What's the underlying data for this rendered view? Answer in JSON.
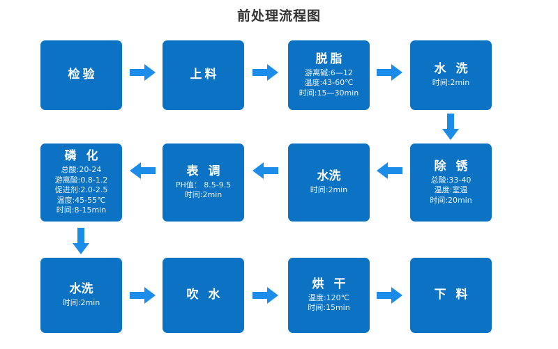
{
  "title": "前处理流程图",
  "colors": {
    "box_fill": "#0b72c4",
    "arrow": "#1b8ce8",
    "page_background": "#ffffff",
    "title_text": "#333333",
    "box_title_text": "#ffffff",
    "box_detail_text": "#eaf4fd"
  },
  "flow": {
    "rows": [
      {
        "direction": "left-to-right",
        "nodes": [
          {
            "id": "inspect",
            "title": "检验",
            "spaced": true,
            "lines": []
          },
          {
            "id": "loading",
            "title": "上料",
            "spaced": true,
            "lines": []
          },
          {
            "id": "degrease",
            "title": "脱脂",
            "spaced": true,
            "lines": [
              "游离碱:6—12",
              "温度:43-60℃",
              "时间:15—30min"
            ]
          },
          {
            "id": "rinse1",
            "title": "水 洗",
            "spaced": true,
            "lines": [
              "时间:2min"
            ]
          }
        ]
      },
      {
        "direction": "right-to-left",
        "nodes": [
          {
            "id": "phosphate",
            "title": "磷 化",
            "spaced": true,
            "lines": [
              "总酸:20-24",
              "游离酸:0.8-1.2",
              "促进剂:2.0-2.5",
              "温度:45-55℃",
              "时间:8-15min"
            ]
          },
          {
            "id": "surfcond",
            "title": "表 调",
            "spaced": true,
            "lines": [
              "PH值： 8.5-9.5",
              "时间:2min"
            ]
          },
          {
            "id": "rinse2",
            "title": "水洗",
            "spaced": false,
            "lines": [
              "时间:2min"
            ]
          },
          {
            "id": "derust",
            "title": "除 锈",
            "spaced": true,
            "lines": [
              "总酸:33-40",
              "温度:室温",
              "时间:20min"
            ]
          }
        ]
      },
      {
        "direction": "left-to-right",
        "nodes": [
          {
            "id": "rinse3",
            "title": "水洗",
            "spaced": false,
            "lines": [
              "时间:2min"
            ]
          },
          {
            "id": "blowdry",
            "title": "吹 水",
            "spaced": true,
            "lines": []
          },
          {
            "id": "bake",
            "title": "烘 干",
            "spaced": true,
            "lines": [
              "温度:120℃",
              "时间:15min"
            ]
          },
          {
            "id": "unload",
            "title": "下 料",
            "spaced": true,
            "lines": []
          }
        ]
      }
    ],
    "connectors": [
      {
        "id": "c1",
        "from": "inspect",
        "to": "loading",
        "direction": "right"
      },
      {
        "id": "c2",
        "from": "loading",
        "to": "degrease",
        "direction": "right"
      },
      {
        "id": "c3",
        "from": "degrease",
        "to": "rinse1",
        "direction": "right"
      },
      {
        "id": "c4",
        "from": "rinse1",
        "to": "derust",
        "direction": "down"
      },
      {
        "id": "c5",
        "from": "derust",
        "to": "rinse2",
        "direction": "left"
      },
      {
        "id": "c6",
        "from": "rinse2",
        "to": "surfcond",
        "direction": "left"
      },
      {
        "id": "c7",
        "from": "surfcond",
        "to": "phosphate",
        "direction": "left"
      },
      {
        "id": "c8",
        "from": "phosphate",
        "to": "rinse3",
        "direction": "down"
      },
      {
        "id": "c9",
        "from": "rinse3",
        "to": "blowdry",
        "direction": "right"
      },
      {
        "id": "c10",
        "from": "blowdry",
        "to": "bake",
        "direction": "right"
      },
      {
        "id": "c11",
        "from": "bake",
        "to": "unload",
        "direction": "right"
      }
    ]
  }
}
